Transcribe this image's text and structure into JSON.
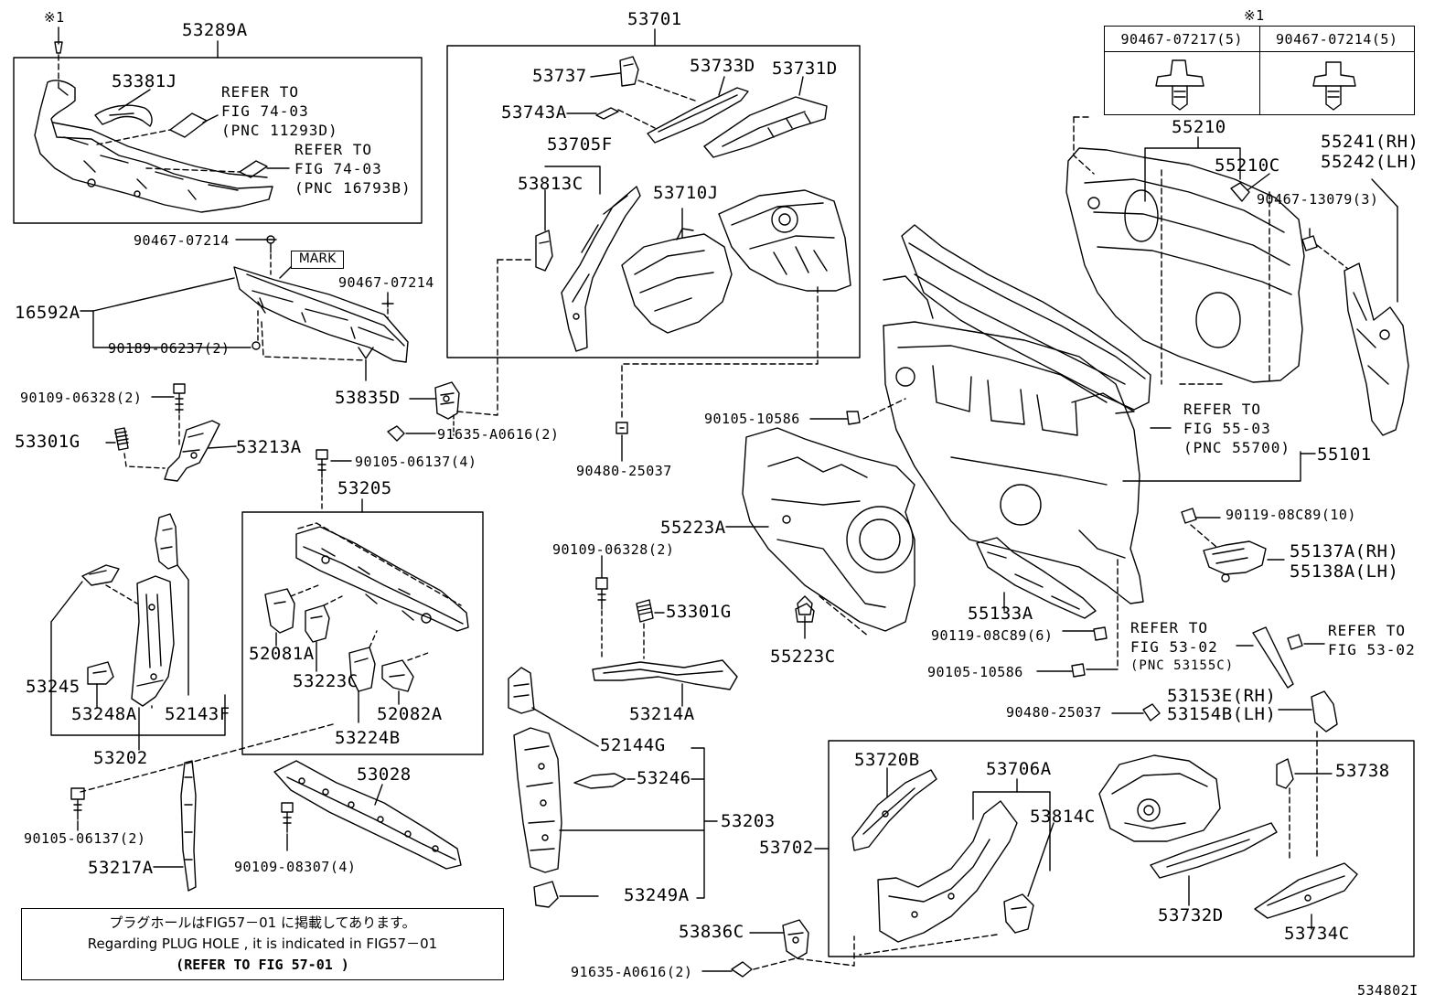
{
  "diagram": {
    "figure_code": "534802I",
    "note_symbol": "※1",
    "group_labels": {
      "g53289A": "53289A",
      "g53701": "53701",
      "g53205": "53205",
      "g53202": "53202",
      "g53203": "53203",
      "g55210": "55210",
      "g55101": "55101",
      "g53702": "53702"
    },
    "part_labels": {
      "p53381J": "53381J",
      "p16592A": "16592A",
      "p90467_07214_a": "90467-07214",
      "p90467_07214_b": "90467-07214",
      "p90189_06237": "90189-06237(2)",
      "p90109_06328_a": "90109-06328(2)",
      "p53835D": "53835D",
      "p53301G_a": "53301G",
      "p53213A": "53213A",
      "p91635_A0616_a": "91635-A0616(2)",
      "p90105_06137_4": "90105-06137(4)",
      "p52081A": "52081A",
      "p53223C": "53223C",
      "p52082A": "52082A",
      "p53224B": "53224B",
      "p53245": "53245",
      "p53248A": "53248A",
      "p52143F": "52143F",
      "p90105_06137_2": "90105-06137(2)",
      "p53217A": "53217A",
      "p53028": "53028",
      "p90109_08307": "90109-08307(4)",
      "p53737": "53737",
      "p53733D": "53733D",
      "p53731D": "53731D",
      "p53743A": "53743A",
      "p53705F": "53705F",
      "p53813C": "53813C",
      "p53710J": "53710J",
      "p90480_25037_a": "90480-25037",
      "p90109_06328_b": "90109-06328(2)",
      "p53301G_b": "53301G",
      "p55223A": "55223A",
      "p55223C": "55223C",
      "p53214A": "53214A",
      "p52144G": "52144G",
      "p53246": "53246",
      "p53249A": "53249A",
      "p53836C": "53836C",
      "p91635_A0616_b": "91635-A0616(2)",
      "p90105_10586_a": "90105-10586",
      "p55210C": "55210C",
      "p55241": "55241(RH)",
      "p55242": "55242(LH)",
      "p90467_13079": "90467-13079(3)",
      "p90119_08C89_10": "90119-08C89(10)",
      "p55137A": "55137A(RH)",
      "p55138A": "55138A(LH)",
      "p55133A": "55133A",
      "p90119_08C89_6": "90119-08C89(6)",
      "p90105_10586_b": "90105-10586",
      "p90480_25037_b": "90480-25037",
      "p53153E": "53153E(RH)",
      "p53154B": "53154B(LH)",
      "p53720B": "53720B",
      "p53706A": "53706A",
      "p53814C": "53814C",
      "p53738": "53738",
      "p53732D": "53732D",
      "p53734C": "53734C"
    },
    "references": {
      "r74_03_a": [
        "REFER TO",
        "FIG 74-03",
        "(PNC 11293D)"
      ],
      "r74_03_b": [
        "REFER TO",
        "FIG 74-03",
        "(PNC 16793B)"
      ],
      "r55_03": [
        "REFER TO",
        "FIG 55-03",
        "(PNC 55700)"
      ],
      "r53_02_a": [
        "REFER TO",
        "FIG 53-02",
        "(PNC 53155C)"
      ],
      "r53_02_b": [
        "REFER TO",
        "FIG 53-02"
      ]
    },
    "mark_label": "MARK",
    "clip_table": {
      "symbol": "※1",
      "col1": "90467-07217(5)",
      "col2": "90467-07214(5)"
    },
    "note": {
      "line1": "プラグホールはFIG57－01 に掲載してあります。",
      "line2": "Regarding PLUG HOLE , it is indicated in FIG57－01",
      "line3": "(REFER TO FIG 57-01  )"
    }
  }
}
